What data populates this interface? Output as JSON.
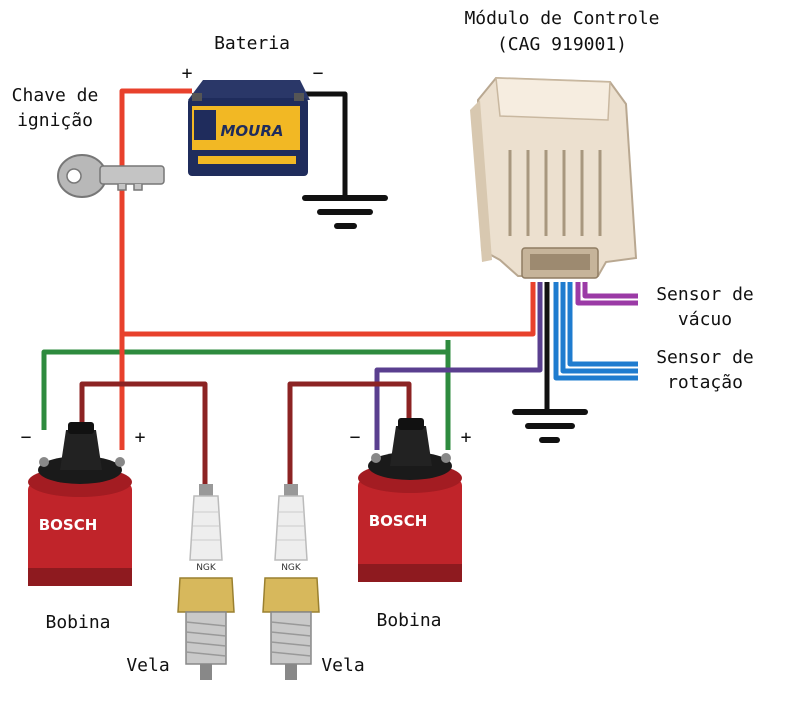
{
  "labels": {
    "module_title": "Módulo de Controle",
    "module_code": "(CAG 919001)",
    "battery": "Bateria",
    "battery_plus": "+",
    "battery_minus": "−",
    "key_line1": "Chave de",
    "key_line2": "ignição",
    "vacuum_line1": "Sensor de",
    "vacuum_line2": "vácuo",
    "rotation_line1": "Sensor de",
    "rotation_line2": "rotação",
    "coil_left": "Bobina",
    "coil_right": "Bobina",
    "plug_left": "Vela",
    "plug_right": "Vela",
    "coil_left_minus": "−",
    "coil_left_plus": "+",
    "coil_right_minus": "−",
    "coil_right_plus": "+"
  },
  "branding": {
    "battery_brand": "MOURA",
    "coil_brand": "BOSCH",
    "plug_brand": "NGK"
  },
  "colors": {
    "positive_wire": "#e8412c",
    "ground_wire": "#111111",
    "trigger_wire_green": "#2e8b3e",
    "trigger_wire_purple": "#5a3f8f",
    "hv_wire": "#8c2323",
    "vacuum_wire": "#9b3aa6",
    "rotation_wire": "#1f7ccf",
    "coil_red": "#c0242a",
    "battery_yellow": "#f2b824",
    "battery_blue": "#1f2c5c",
    "module_body": "#ece0cf"
  }
}
